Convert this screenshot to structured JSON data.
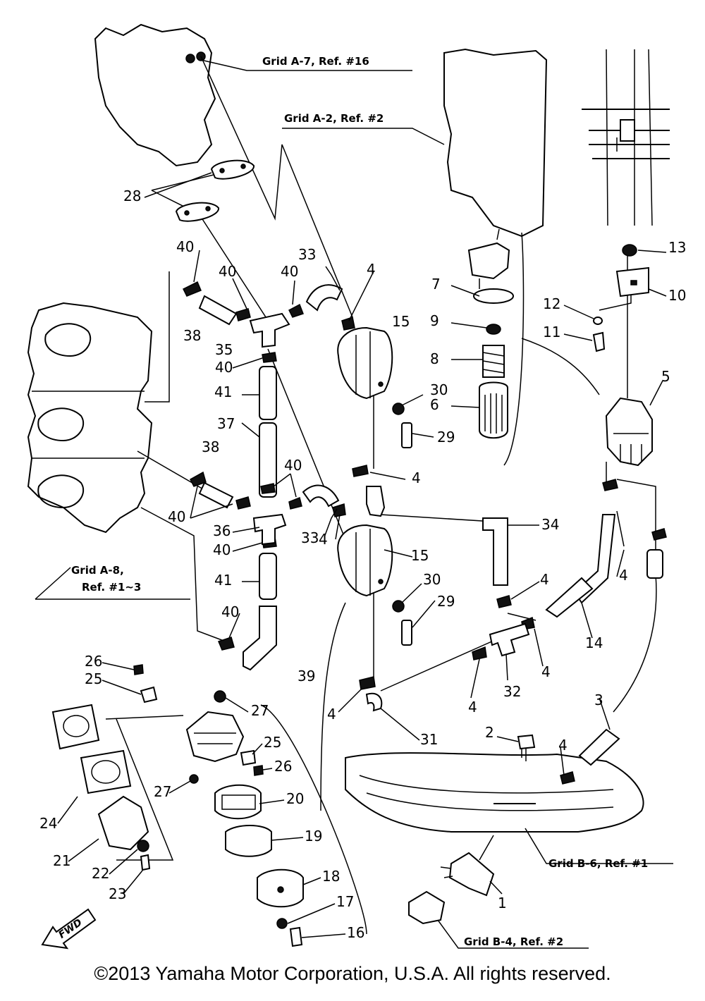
{
  "references": [
    "Grid A-7, Ref. #16",
    "Grid A-2, Ref. #2",
    "Grid A-8,",
    "Ref. #1~3",
    "Grid B-6, Ref. #1",
    "Grid B-4, Ref. #2"
  ],
  "fwd_label": "FWD",
  "copyright": "©2013 Yamaha Motor Corporation, U.S.A. All rights reserved.",
  "callouts": {
    "c1": "1",
    "c2": "2",
    "c3": "3",
    "c4": "4",
    "c5": "5",
    "c6": "6",
    "c7": "7",
    "c8": "8",
    "c9": "9",
    "c10": "10",
    "c11": "11",
    "c12": "12",
    "c13": "13",
    "c14": "14",
    "c15": "15",
    "c16": "16",
    "c17": "17",
    "c18": "18",
    "c19": "19",
    "c20": "20",
    "c21": "21",
    "c22": "22",
    "c23": "23",
    "c24": "24",
    "c25": "25",
    "c26": "26",
    "c27": "27",
    "c28": "28",
    "c29": "29",
    "c30": "30",
    "c31": "31",
    "c32": "32",
    "c33": "33",
    "c34": "34",
    "c35": "35",
    "c36": "36",
    "c37": "37",
    "c38": "38",
    "c39": "39",
    "c40": "40",
    "c41": "41"
  }
}
